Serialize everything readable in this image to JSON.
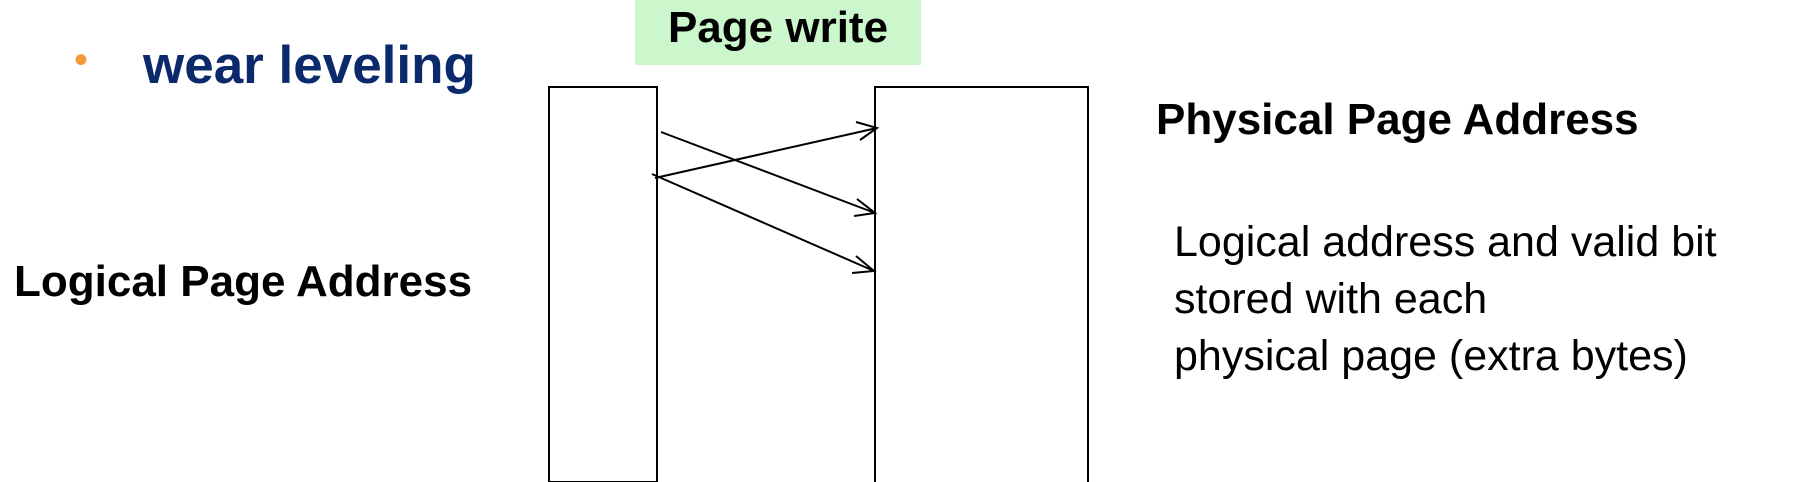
{
  "bullet": {
    "text": "wear leveling",
    "dot": "•"
  },
  "header": {
    "page_write": "Page write"
  },
  "labels": {
    "logical": "Logical Page Address",
    "physical": "Physical Page Address"
  },
  "note": {
    "lines": [
      "Logical address and valid bit",
      "stored with each",
      "physical page (extra bytes)"
    ]
  },
  "colors": {
    "bullet_dot": "#f39a3a",
    "bullet_text": "#0b2a6b",
    "page_write_bg": "#ccf7cc"
  }
}
